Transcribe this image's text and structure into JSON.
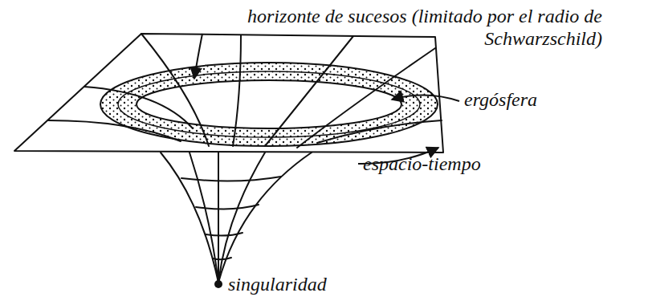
{
  "diagram": {
    "labels": [
      "horizonte de sucesos (limitado por el radio de Schwarzschild)",
      "ergósfera",
      "espacio-tiempo",
      "singularidad"
    ]
  }
}
